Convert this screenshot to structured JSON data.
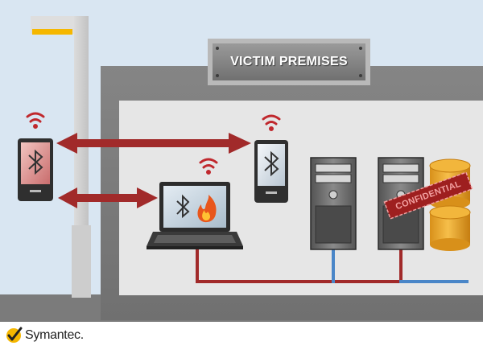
{
  "sign": {
    "label": "VICTIM PREMISES"
  },
  "stamp": {
    "label": "CONFIDENTIAL"
  },
  "logo": {
    "name": "Symantec."
  },
  "colors": {
    "sky": "#d9e6f2",
    "wall": "#7f7f7f",
    "room": "#e6e6e6",
    "arrow": "#a12a2a",
    "wired": "#a12a2a",
    "network": "#4a86c8",
    "wifi": "#c0282d",
    "database": "#e8a020",
    "streetlight": "#f5b700"
  },
  "icons": [
    "bluetooth-icon",
    "fire-icon",
    "wifi-icon",
    "symantec-check-icon"
  ]
}
